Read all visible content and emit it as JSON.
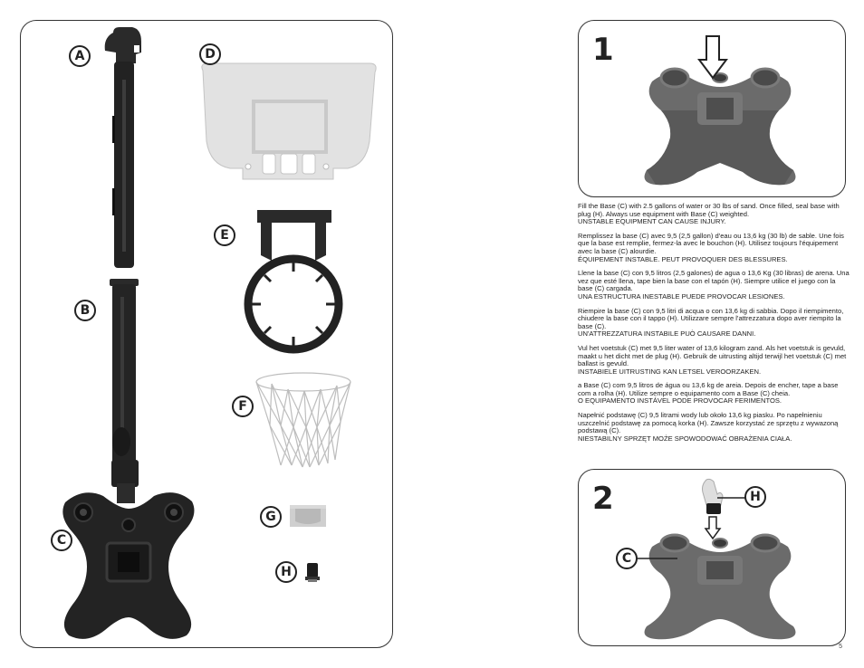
{
  "parts": {
    "A": "A",
    "B": "B",
    "C": "C",
    "D": "D",
    "E": "E",
    "F": "F",
    "G": "G",
    "H": "H"
  },
  "steps": {
    "step1": {
      "number": "1"
    },
    "step2": {
      "number": "2",
      "callout_h": "H",
      "callout_c": "C"
    }
  },
  "instructions": [
    {
      "lang": "en",
      "body": "Fill the Base (C) with 2.5 gallons of water or 30 lbs of sand. Once filled, seal base with plug (H). Always use equipment with Base (C) weighted.",
      "warning": "UNSTABLE EQUIPMENT CAN CAUSE INJURY."
    },
    {
      "lang": "fr",
      "body": "Remplissez la base (C) avec 9,5 (2,5 gallon) d'eau ou 13,6 kg (30 lb) de sable.  Une fois que la base est remplie, fermez-la avec le bouchon (H). Utilisez toujours l'équipement avec la base (C) alourdie.",
      "warning": "ÉQUIPEMENT INSTABLE. PEUT PROVOQUER DES BLESSURES."
    },
    {
      "lang": "es",
      "body": "Llene la base (C) con 9,5 litros (2,5 galones) de agua o 13,6 Kg (30 libras) de arena. Una vez que esté llena, tape bien la base con el tapón (H). Siempre utilice el juego con la base (C) cargada.",
      "warning": "UNA ESTRUCTURA INESTABLE PUEDE PROVOCAR LESIONES."
    },
    {
      "lang": "it",
      "body": "Riempire la base (C) con 9,5 litri di acqua o con 13,6 kg di sabbia. Dopo il riempimento, chiudere la base con il tappo (H). Utilizzare sempre l'attrezzatura dopo aver riempito la base (C).",
      "warning": "UN'ATTREZZATURA INSTABILE PUÒ CAUSARE DANNI."
    },
    {
      "lang": "nl",
      "body": "Vul het voetstuk (C) met 9,5 liter water of 13,6 kilogram zand. Als het voetstuk is gevuld, maakt u het dicht met de plug (H). Gebruik de uitrusting altijd terwijl het voetstuk (C) met ballast is gevuld.",
      "warning": "INSTABIELE UITRUSTING KAN LETSEL VEROORZAKEN."
    },
    {
      "lang": "pt",
      "body": "a Base (C) com 9,5 litros de água ou 13,6 kg de areia. Depois de encher, tape a base com a rolha (H). Utilize sempre o equipamento com a Base (C) cheia.",
      "warning": "O EQUIPAMENTO INSTÁVEL PODE PROVOCAR FERIMENTOS."
    },
    {
      "lang": "pl",
      "body": "Napełnić podstawę (C) 9,5 litrami wody lub około 13,6 kg piasku. Po napełnieniu uszczelnić podstawę za pomocą korka (H). Zawsze korzystać ze sprzętu z wywazoną podstawą (C).",
      "warning": "NIESTABILNY SPRZĘT MOŻE SPOWODOWAĆ OBRAŻENIA CIAŁA."
    }
  ],
  "page_number": "5",
  "colors": {
    "dark_part": "#222222",
    "base_gray": "#6d6d6d",
    "backboard": "#e3e3e3",
    "outline": "#333333"
  }
}
